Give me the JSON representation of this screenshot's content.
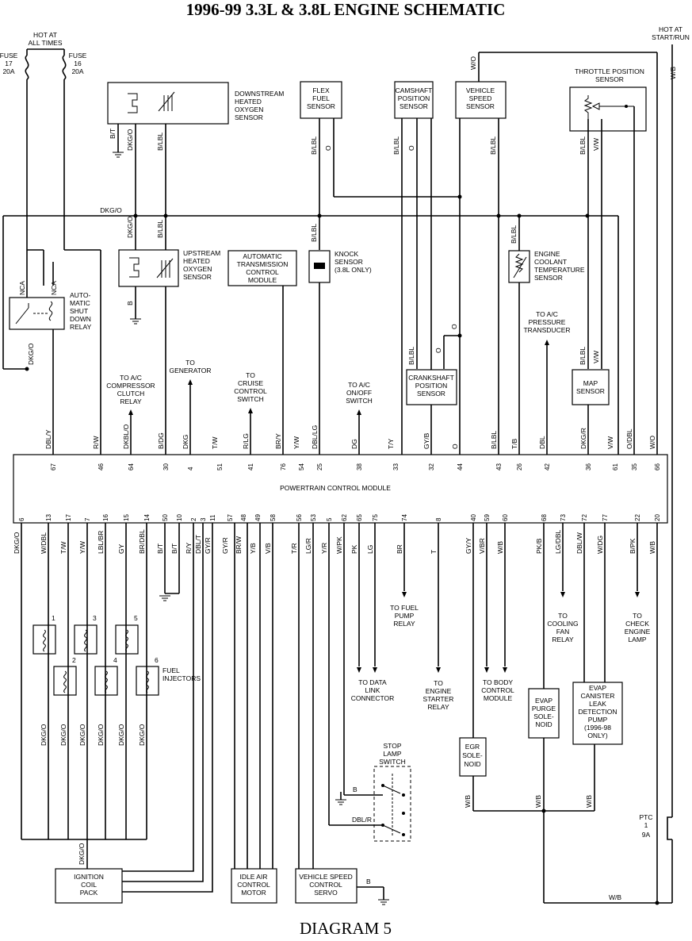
{
  "title": "1996-99 3.3L & 3.8L ENGINE SCHEMATIC",
  "caption": "DIAGRAM 5",
  "power": {
    "hot_at_all_times": [
      "HOT AT",
      "ALL TIMES"
    ],
    "hot_at_start_run": [
      "HOT AT",
      "START/RUN"
    ],
    "fuse17": [
      "FUSE",
      "17",
      "20A"
    ],
    "fuse16": [
      "FUSE",
      "16",
      "20A"
    ],
    "ptc": [
      "PTC",
      "1",
      "9A"
    ]
  },
  "pcm_label": "POWERTRAIN CONTROL MODULE",
  "components": {
    "downstream_o2": [
      "DOWNSTREAM",
      "HEATED",
      "OXYGEN",
      "SENSOR"
    ],
    "upstream_o2": [
      "UPSTREAM",
      "HEATED",
      "OXYGEN",
      "SENSOR"
    ],
    "asd_relay": [
      "AUTO-",
      "MATIC",
      "SHUT",
      "DOWN",
      "RELAY"
    ],
    "atcm": [
      "AUTOMATIC",
      "TRANSMISSION",
      "CONTROL",
      "MODULE"
    ],
    "flex_fuel": [
      "FLEX",
      "FUEL",
      "SENSOR"
    ],
    "knock": [
      "KNOCK",
      "SENSOR",
      "(3.8L ONLY)"
    ],
    "camshaft": [
      "CAMSHAFT",
      "POSITION",
      "SENSOR"
    ],
    "vss": [
      "VEHICLE",
      "SPEED",
      "SENSOR"
    ],
    "tps": [
      "THROTTLE POSITION",
      "SENSOR"
    ],
    "ect": [
      "ENGINE",
      "COOLANT",
      "TEMPERATURE",
      "SENSOR"
    ],
    "crankshaft": [
      "CRANKSHAFT",
      "POSITION",
      "SENSOR"
    ],
    "map": [
      "MAP",
      "SENSOR"
    ],
    "fuel_injectors": [
      "FUEL",
      "INJECTORS"
    ],
    "ignition_coil": [
      "IGNITION",
      "COIL",
      "PACK"
    ],
    "iac": [
      "IDLE AIR",
      "CONTROL",
      "MOTOR"
    ],
    "vsc_servo": [
      "VEHICLE SPEED",
      "CONTROL",
      "SERVO"
    ],
    "stop_lamp": [
      "STOP",
      "LAMP",
      "SWITCH"
    ],
    "egr": [
      "EGR",
      "SOLE-",
      "NOID"
    ],
    "evap_purge": [
      "EVAP",
      "PURGE",
      "SOLE-",
      "NOID"
    ],
    "evap_leak": [
      "EVAP",
      "CANISTER",
      "LEAK",
      "DETECTION",
      "PUMP",
      "(1996-98",
      "ONLY)"
    ]
  },
  "destinations": {
    "ac_clutch": [
      "TO A/C",
      "COMPRESSOR",
      "CLUTCH",
      "RELAY"
    ],
    "generator": [
      "TO",
      "GENERATOR"
    ],
    "cruise": [
      "TO",
      "CRUISE",
      "CONTROL",
      "SWITCH"
    ],
    "ac_onoff": [
      "TO A/C",
      "ON/OFF",
      "SWITCH"
    ],
    "ac_pressure": [
      "TO A/C",
      "PRESSURE",
      "TRANSDUCER"
    ],
    "fuel_pump": [
      "TO FUEL",
      "PUMP",
      "RELAY"
    ],
    "data_link": [
      "TO DATA",
      "LINK",
      "CONNECTOR"
    ],
    "starter": [
      "TO",
      "ENGINE",
      "STARTER",
      "RELAY"
    ],
    "bcm": [
      "TO BODY",
      "CONTROL",
      "MODULE"
    ],
    "cooling_fan": [
      "TO",
      "COOLING",
      "FAN",
      "RELAY"
    ],
    "check_engine": [
      "TO",
      "CHECK",
      "ENGINE",
      "LAMP"
    ]
  },
  "injector_numbers": [
    "1",
    "2",
    "3",
    "4",
    "5",
    "6"
  ],
  "top_pins": [
    {
      "pin": "67",
      "wire": "DBL/Y"
    },
    {
      "pin": "46",
      "wire": "R/W"
    },
    {
      "pin": "64",
      "wire": "DKBL/O"
    },
    {
      "pin": "30",
      "wire": "B/DG"
    },
    {
      "pin": "4",
      "wire": "DKG"
    },
    {
      "pin": "51",
      "wire": "T/W"
    },
    {
      "pin": "41",
      "wire": "R/LG"
    },
    {
      "pin": "76",
      "wire": "BR/Y"
    },
    {
      "pin": "54",
      "wire": "Y/W"
    },
    {
      "pin": "25",
      "wire": "DBL/LG"
    },
    {
      "pin": "38",
      "wire": "DG"
    },
    {
      "pin": "33",
      "wire": "T/Y"
    },
    {
      "pin": "32",
      "wire": "GY/B"
    },
    {
      "pin": "44",
      "wire": "O"
    },
    {
      "pin": "43",
      "wire": "B/LBL"
    },
    {
      "pin": "26",
      "wire": "T/B"
    },
    {
      "pin": "42",
      "wire": "DBL"
    },
    {
      "pin": "36",
      "wire": "DKG/R"
    },
    {
      "pin": "61",
      "wire": "V/W"
    },
    {
      "pin": "35",
      "wire": "O/DBL"
    },
    {
      "pin": "66",
      "wire": "W/O"
    }
  ],
  "bottom_pins": [
    {
      "pin": "6",
      "wire": "DKG/O"
    },
    {
      "pin": "13",
      "wire": "W/DBL"
    },
    {
      "pin": "17",
      "wire": "T/W"
    },
    {
      "pin": "7",
      "wire": "Y/W"
    },
    {
      "pin": "16",
      "wire": "LBL/BR"
    },
    {
      "pin": "15",
      "wire": "GY"
    },
    {
      "pin": "14",
      "wire": "BR/DBL"
    },
    {
      "pin": "50",
      "wire": "B/T"
    },
    {
      "pin": "10",
      "wire": "B/T"
    },
    {
      "pin": "2",
      "wire": "R/Y"
    },
    {
      "pin": "3",
      "wire": "DBL/T"
    },
    {
      "pin": "11",
      "wire": "GY/R"
    },
    {
      "pin": "57",
      "wire": "GY/R"
    },
    {
      "pin": "48",
      "wire": "BR/W"
    },
    {
      "pin": "49",
      "wire": "Y/B"
    },
    {
      "pin": "58",
      "wire": "V/B"
    },
    {
      "pin": "56",
      "wire": "T/R"
    },
    {
      "pin": "53",
      "wire": "LG/R"
    },
    {
      "pin": "5",
      "wire": "Y/R"
    },
    {
      "pin": "62",
      "wire": "W/PK"
    },
    {
      "pin": "65",
      "wire": "PK"
    },
    {
      "pin": "75",
      "wire": "LG"
    },
    {
      "pin": "74",
      "wire": "BR"
    },
    {
      "pin": "8",
      "wire": "T"
    },
    {
      "pin": "40",
      "wire": "GY/Y"
    },
    {
      "pin": "59",
      "wire": "V/BR"
    },
    {
      "pin": "60",
      "wire": "W/B"
    },
    {
      "pin": "68",
      "wire": "PK/B"
    },
    {
      "pin": "73",
      "wire": "LG/DBL"
    },
    {
      "pin": "72",
      "wire": "DBL/W"
    },
    {
      "pin": "77",
      "wire": "W/DG"
    },
    {
      "pin": "22",
      "wire": "B/PK"
    },
    {
      "pin": "20",
      "wire": "W/B"
    }
  ],
  "wire_labels": {
    "w_o_top": "W/O",
    "w_b_right": "W/B",
    "dkg_o_bus": "DKG/O",
    "b_t": "B/T",
    "dkg_o": "DKG/O",
    "b_lbl": "B/LBL",
    "o": "O",
    "v_w": "V/W",
    "b": "B",
    "nca": "NCA",
    "dkg_o_asd": "DKG/O",
    "dkg_o_coil": "DKG/O",
    "dbl_r": "DBL/R",
    "w_b": "W/B"
  }
}
